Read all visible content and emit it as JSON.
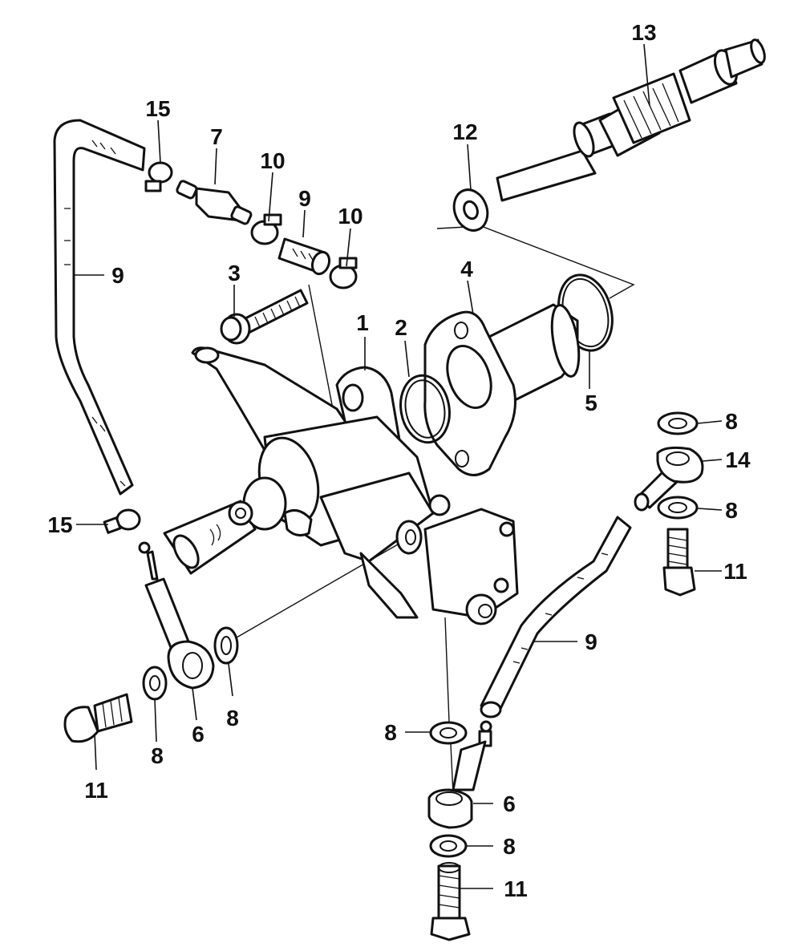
{
  "diagram": {
    "callouts": [
      {
        "id": "label-1",
        "text": "1"
      },
      {
        "id": "label-2",
        "text": "2"
      },
      {
        "id": "label-3",
        "text": "3"
      },
      {
        "id": "label-4",
        "text": "4"
      },
      {
        "id": "label-5",
        "text": "5"
      },
      {
        "id": "label-6-left",
        "text": "6"
      },
      {
        "id": "label-6-bottom",
        "text": "6"
      },
      {
        "id": "label-7",
        "text": "7"
      },
      {
        "id": "label-8-right-top",
        "text": "8"
      },
      {
        "id": "label-8-right-mid",
        "text": "8"
      },
      {
        "id": "label-8-center",
        "text": "8"
      },
      {
        "id": "label-8-left",
        "text": "8"
      },
      {
        "id": "label-8-bottom-upper",
        "text": "8"
      },
      {
        "id": "label-8-bottom-lower",
        "text": "8"
      },
      {
        "id": "label-9-left",
        "text": "9"
      },
      {
        "id": "label-9-top",
        "text": "9"
      },
      {
        "id": "label-9-right",
        "text": "9"
      },
      {
        "id": "label-10-a",
        "text": "10"
      },
      {
        "id": "label-10-b",
        "text": "10"
      },
      {
        "id": "label-11-right",
        "text": "11"
      },
      {
        "id": "label-11-left",
        "text": "11"
      },
      {
        "id": "label-11-bottom",
        "text": "11"
      },
      {
        "id": "label-12",
        "text": "12"
      },
      {
        "id": "label-13",
        "text": "13"
      },
      {
        "id": "label-14",
        "text": "14"
      },
      {
        "id": "label-15-top",
        "text": "15"
      },
      {
        "id": "label-15-left",
        "text": "15"
      }
    ]
  }
}
